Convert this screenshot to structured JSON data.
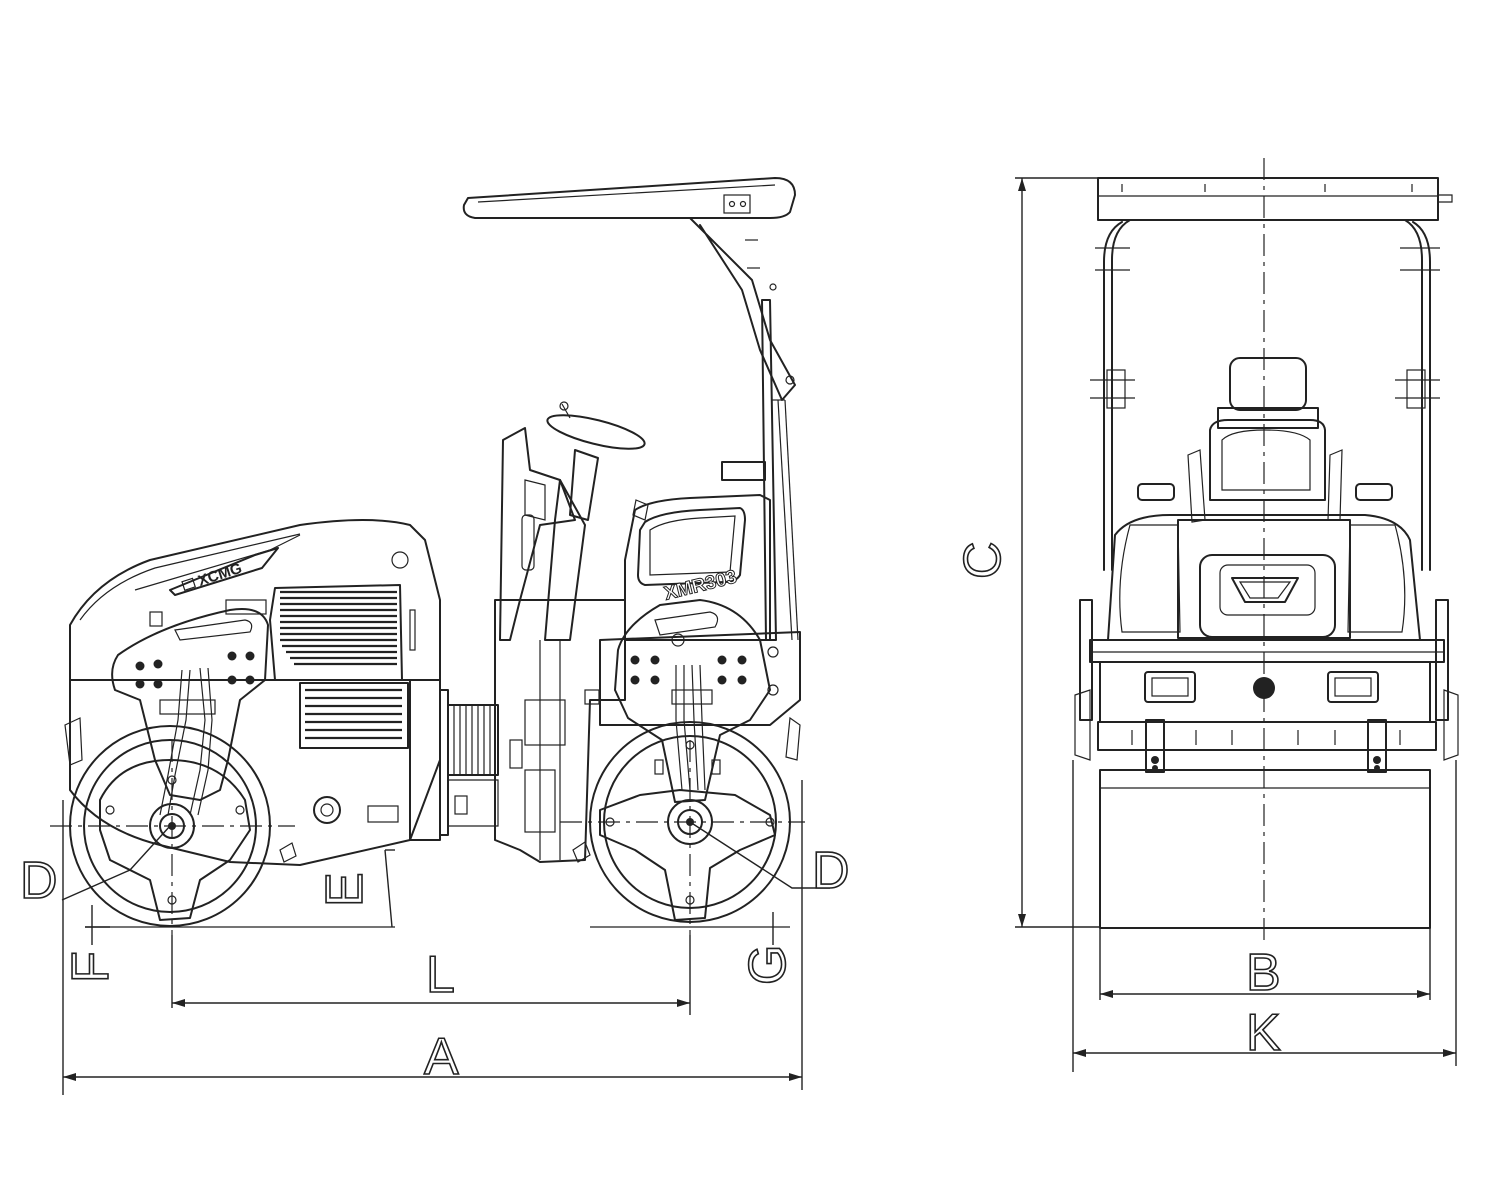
{
  "brand": {
    "logo_text": "XCMG",
    "model_text": "XMR303"
  },
  "dimensions": {
    "A": "A",
    "B": "B",
    "C": "C",
    "D_left": "D",
    "D_right": "D",
    "E": "E",
    "F": "F",
    "G": "G",
    "K": "K",
    "L": "L"
  },
  "colors": {
    "line": "#222222",
    "background": "#ffffff"
  }
}
